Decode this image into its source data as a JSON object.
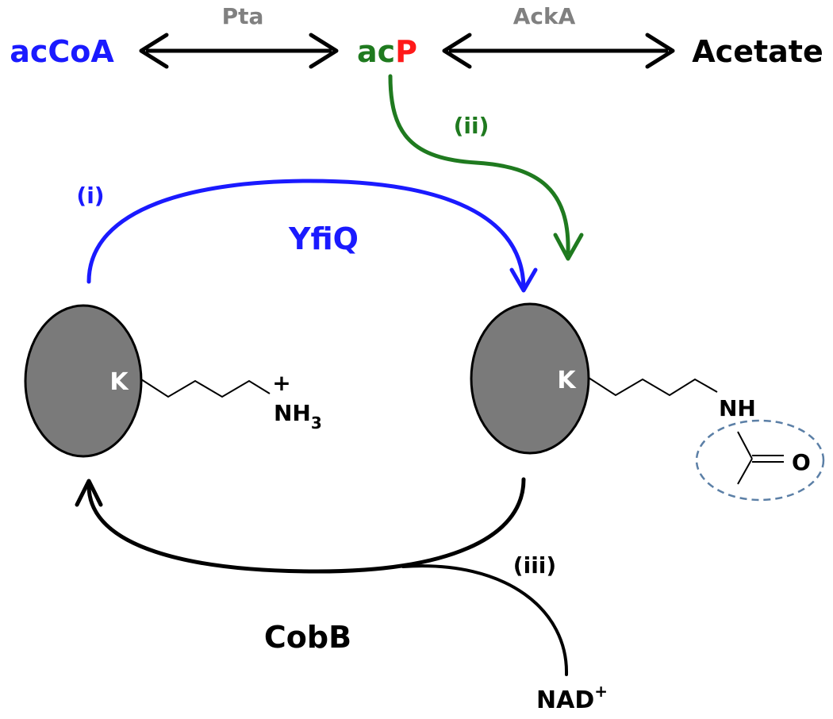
{
  "metabolites": {
    "accoa": "acCoA",
    "acp_prefix": "ac",
    "acp_suffix": "P",
    "acetate": "Acetate"
  },
  "enzymes": {
    "pta": "Pta",
    "acka": "AckA",
    "yfiq": "YfiQ",
    "cobb": "CobB"
  },
  "pathways": {
    "i": "(i)",
    "ii": "(ii)",
    "iii": "(iii)"
  },
  "protein": {
    "left_residue": "K",
    "right_residue": "K",
    "amine_charge": "+",
    "amine_base": "NH",
    "amine_subscript": "3",
    "amide_nh": "NH",
    "acetyl_oxygen": "O"
  },
  "cofactor": {
    "base": "NAD",
    "charge": "+"
  },
  "colors": {
    "blue": "#1a1aff",
    "green": "#1f7a1f",
    "red": "#ff1a1a",
    "gray": "#808080",
    "black": "#000000",
    "protein_fill": "#7a7a7a",
    "dash_blue": "#5b7fa6"
  }
}
